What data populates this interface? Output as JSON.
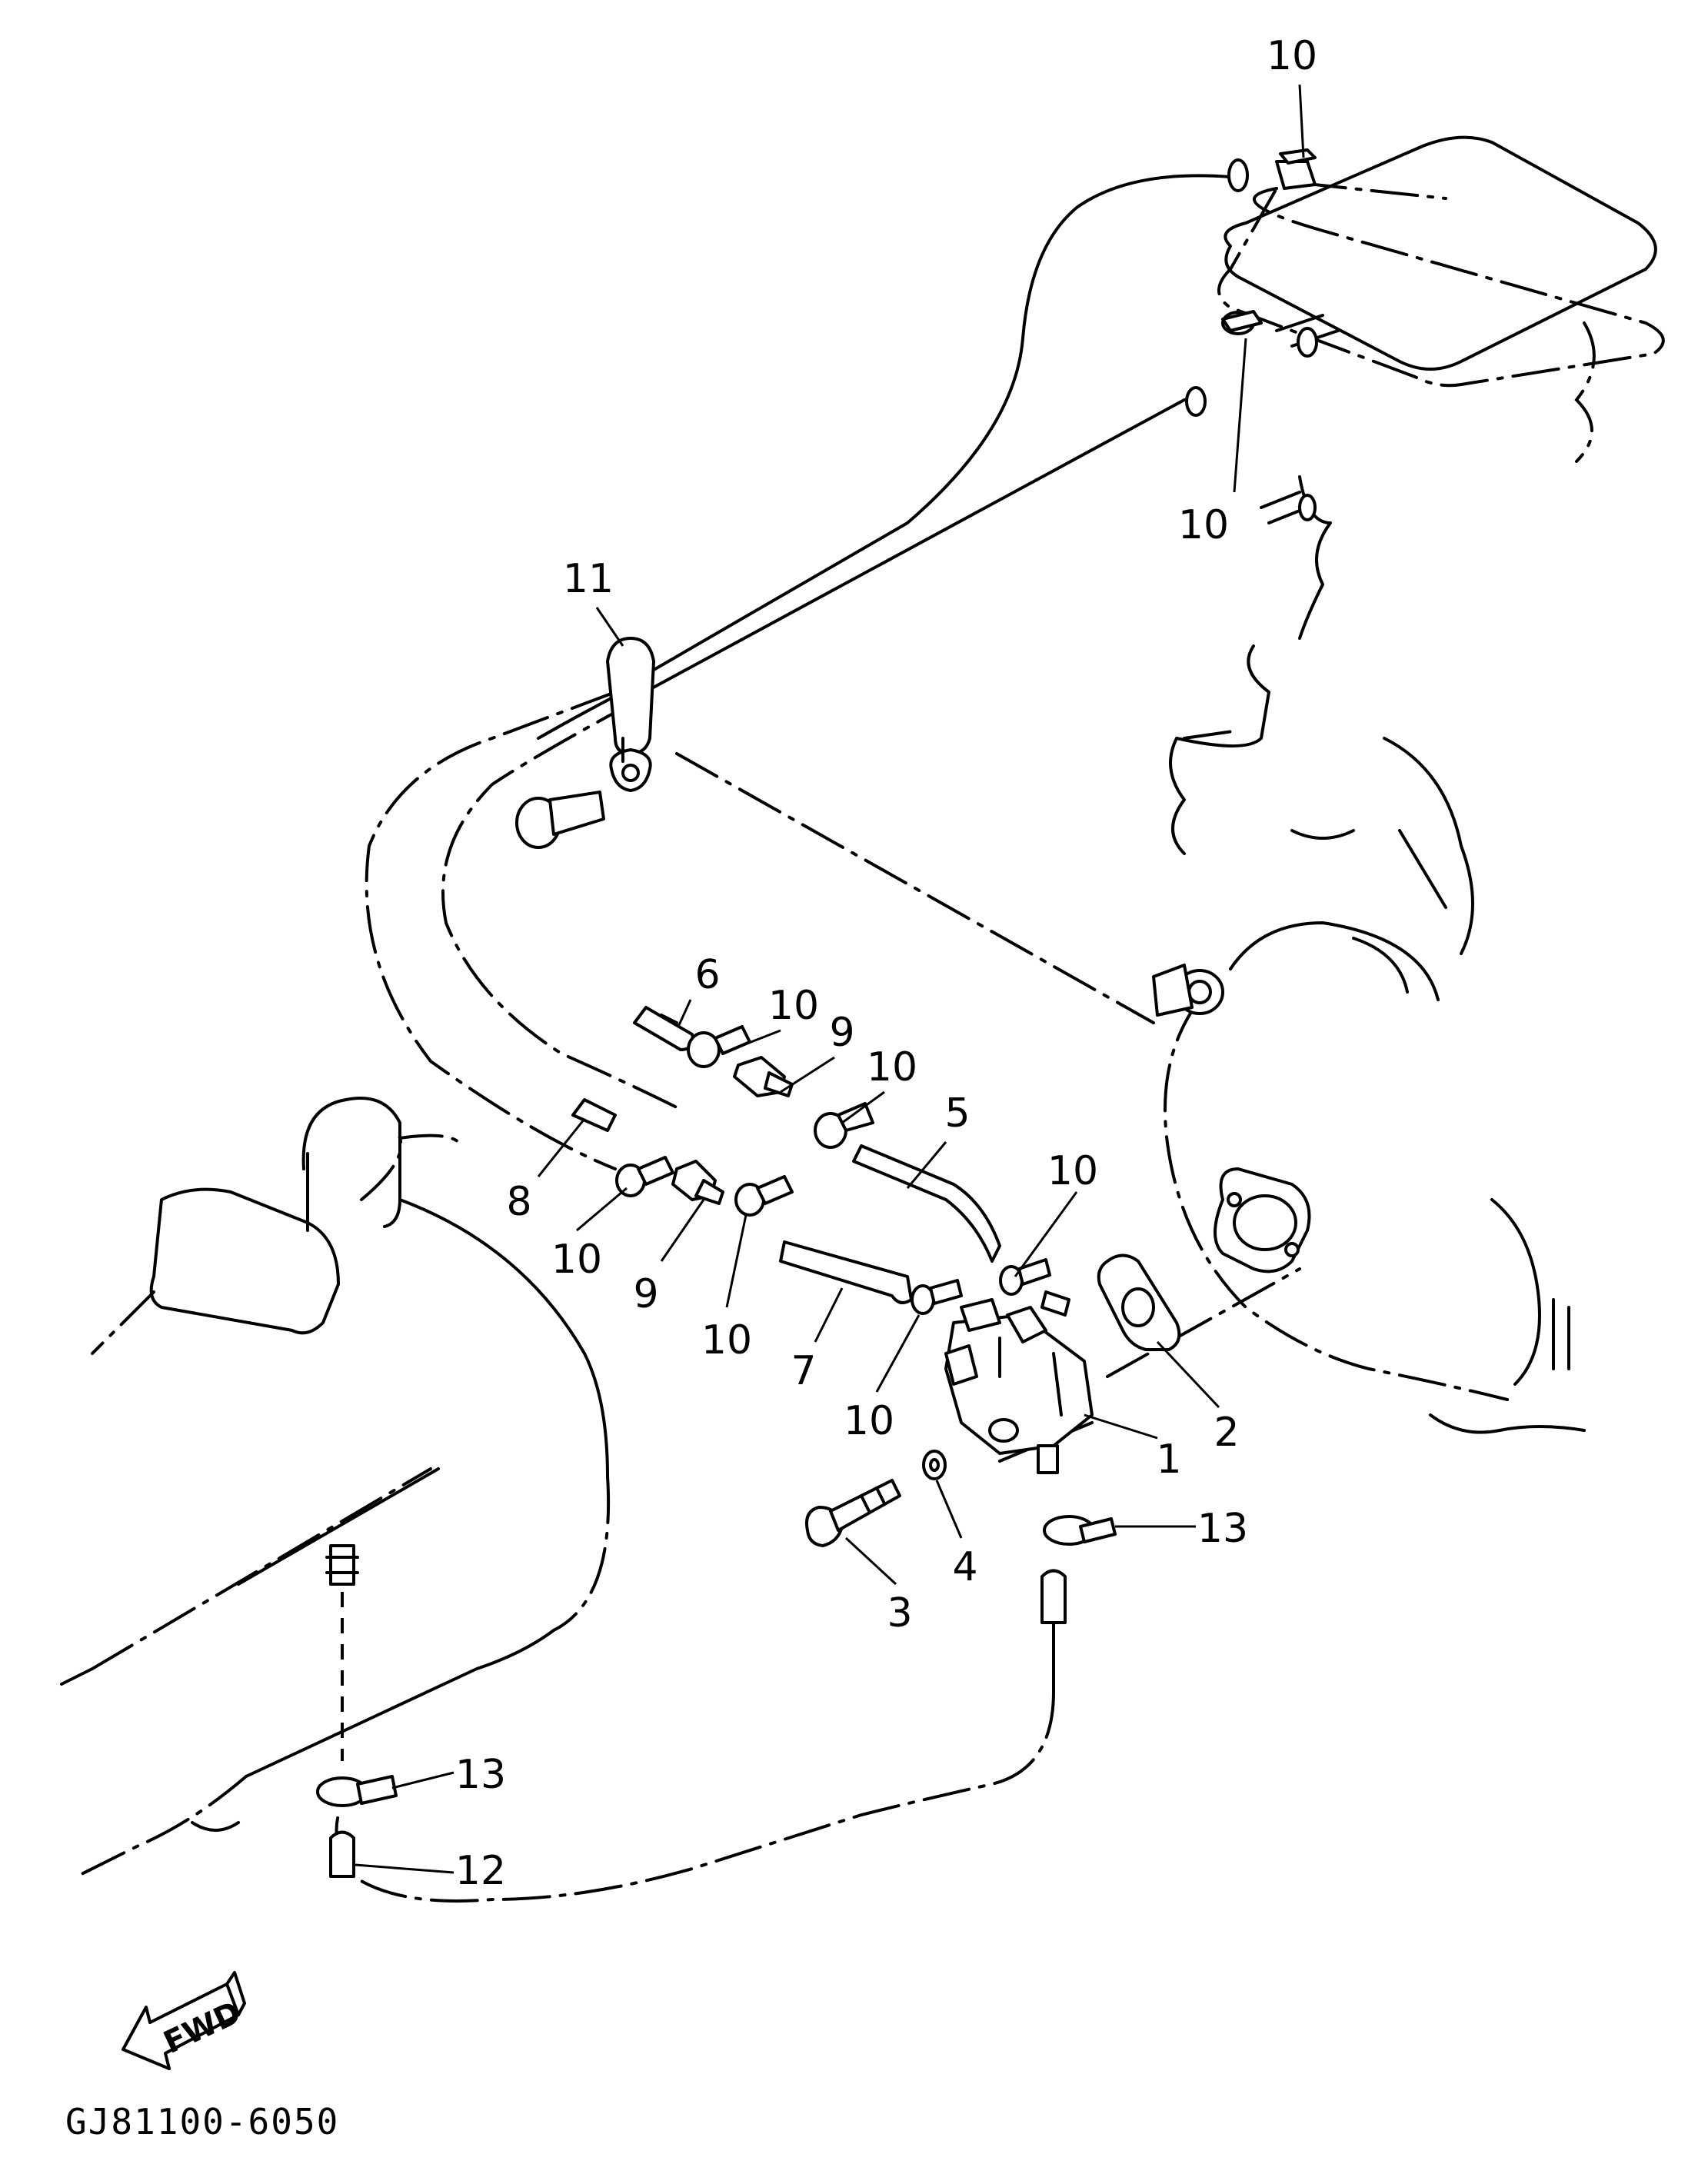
{
  "callouts": [
    {
      "id": "1",
      "text": "1"
    },
    {
      "id": "2",
      "text": "2"
    },
    {
      "id": "3",
      "text": "3"
    },
    {
      "id": "4",
      "text": "4"
    },
    {
      "id": "5",
      "text": "5"
    },
    {
      "id": "6",
      "text": "6"
    },
    {
      "id": "7",
      "text": "7"
    },
    {
      "id": "8",
      "text": "8"
    },
    {
      "id": "9a",
      "text": "9"
    },
    {
      "id": "9b",
      "text": "9"
    },
    {
      "id": "10a",
      "text": "10"
    },
    {
      "id": "10b",
      "text": "10"
    },
    {
      "id": "10c",
      "text": "10"
    },
    {
      "id": "10d",
      "text": "10"
    },
    {
      "id": "10e",
      "text": "10"
    },
    {
      "id": "10f",
      "text": "10"
    },
    {
      "id": "10g",
      "text": "10"
    },
    {
      "id": "10h",
      "text": "10"
    },
    {
      "id": "11",
      "text": "11"
    },
    {
      "id": "12",
      "text": "12"
    },
    {
      "id": "13a",
      "text": "13"
    },
    {
      "id": "13b",
      "text": "13"
    }
  ],
  "fwd_label": "FWD",
  "drawing_code": "GJ81100-6050"
}
